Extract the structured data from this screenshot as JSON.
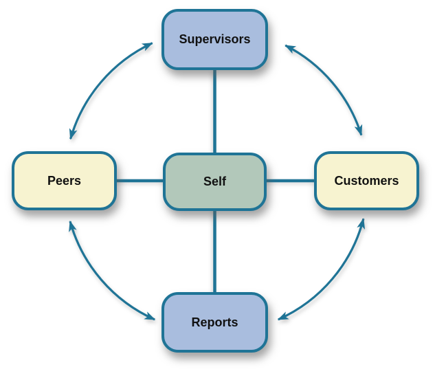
{
  "diagram": {
    "nodes": {
      "center": {
        "label": "Self",
        "color_key": "node_green"
      },
      "top": {
        "label": "Supervisors",
        "color_key": "node_blue"
      },
      "left": {
        "label": "Peers",
        "color_key": "node_cream"
      },
      "right": {
        "label": "Customers",
        "color_key": "node_cream"
      },
      "bottom": {
        "label": "Reports",
        "color_key": "node_blue"
      }
    },
    "edges": [
      {
        "from": "Self",
        "to": "Supervisors",
        "style": "straight-line"
      },
      {
        "from": "Self",
        "to": "Peers",
        "style": "straight-line"
      },
      {
        "from": "Self",
        "to": "Customers",
        "style": "straight-line"
      },
      {
        "from": "Self",
        "to": "Reports",
        "style": "straight-line"
      },
      {
        "from": "Peers",
        "to": "Supervisors",
        "style": "curved-double-arrow"
      },
      {
        "from": "Supervisors",
        "to": "Customers",
        "style": "curved-double-arrow"
      },
      {
        "from": "Customers",
        "to": "Reports",
        "style": "curved-double-arrow"
      },
      {
        "from": "Reports",
        "to": "Peers",
        "style": "curved-double-arrow"
      }
    ],
    "colors": {
      "stroke": "#1f7496",
      "node_blue": "#a9bdde",
      "node_green": "#b2c8ba",
      "node_cream": "#f7f3d0",
      "text": "#111111",
      "background": "#ffffff"
    }
  }
}
